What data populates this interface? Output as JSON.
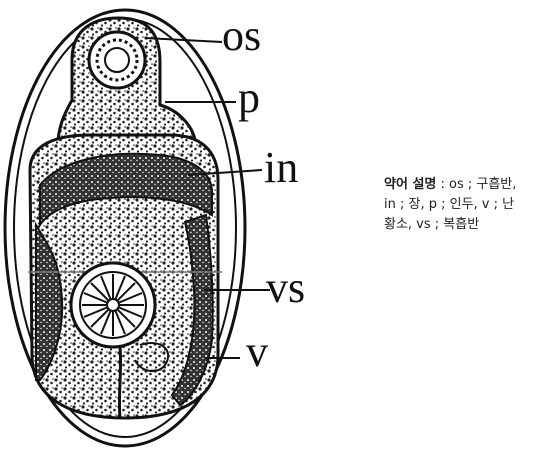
{
  "labels": {
    "os": "os",
    "p": "p",
    "in": "in",
    "vs": "vs",
    "v": "v"
  },
  "legend": {
    "title": "약어 설명",
    "line1_rest": " : os ; 구흡반,",
    "line2": "in ; 장, p ; 인두,  v ; 난",
    "line3": "황소, vs ; 복흡반"
  }
}
